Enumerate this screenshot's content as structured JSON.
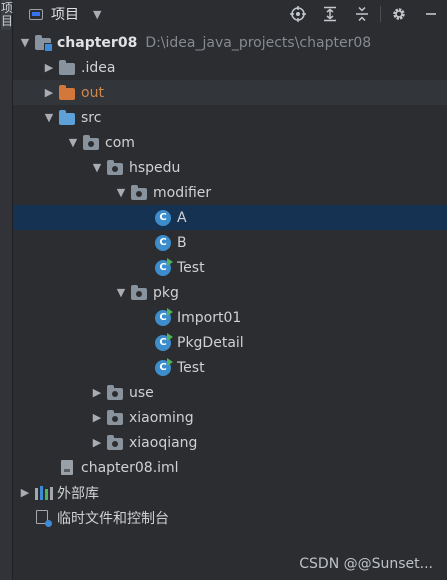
{
  "sidebar_strip": {
    "label": "项目"
  },
  "header": {
    "title": "项目",
    "buttons": [
      "locate-icon",
      "expand-all-icon",
      "collapse-all-icon",
      "settings-icon",
      "hide-icon"
    ]
  },
  "tree": {
    "project": {
      "name": "chapter08",
      "path": "D:\\idea_java_projects\\chapter08"
    },
    "idea": ".idea",
    "out": "out",
    "src": "src",
    "com": "com",
    "hspedu": "hspedu",
    "modifier": "modifier",
    "modifier_items": [
      "A",
      "B",
      "Test"
    ],
    "pkg": "pkg",
    "pkg_items": [
      "Import01",
      "PkgDetail",
      "Test"
    ],
    "use": "use",
    "xiaoming": "xiaoming",
    "xiaoqiang": "xiaoqiang",
    "iml": "chapter08.iml",
    "external_libs": "外部库",
    "scratches": "临时文件和控制台"
  },
  "watermark": "CSDN @@Sunset..."
}
